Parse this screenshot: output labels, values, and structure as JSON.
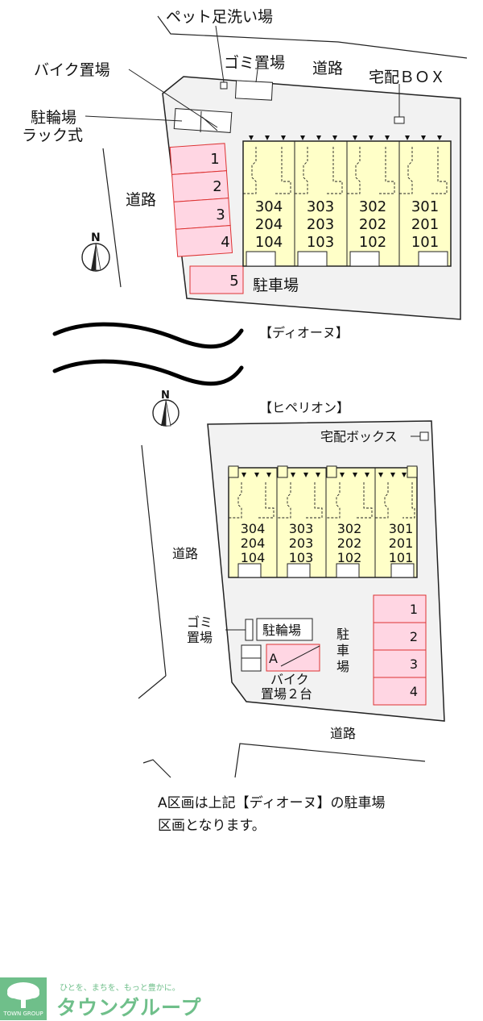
{
  "colors": {
    "building": "#ffffc8",
    "parking": "#ffd6e3",
    "lot": "#f2f2f2",
    "logo": "#6fbf8a"
  },
  "upper": {
    "labels": {
      "pet_wash": "ペット足洗い場",
      "garbage": "ゴミ置場",
      "road_top": "道路",
      "delivery_box": "宅配ＢＯＸ",
      "bike_parking": "バイク置場",
      "bicycle_line1": "駐輪場",
      "bicycle_line2": "ラック式",
      "road_left": "道路",
      "north": "N",
      "parking": "駐車場"
    },
    "parking_spaces": [
      "1",
      "2",
      "3",
      "4",
      "5"
    ],
    "unit_columns": [
      [
        "304",
        "204",
        "104"
      ],
      [
        "303",
        "203",
        "103"
      ],
      [
        "302",
        "202",
        "102"
      ],
      [
        "301",
        "201",
        "101"
      ]
    ]
  },
  "upper_name": "【ディオーヌ】",
  "lower_name": "【ヒペリオン】",
  "lower": {
    "labels": {
      "delivery_box": "宅配ボックス",
      "road_left": "道路",
      "garbage_line1": "ゴミ",
      "garbage_line2": "置場",
      "bicycle": "駐輪場",
      "area_a": "A",
      "bike_line1": "バイク",
      "bike_line2": "置場２台",
      "parking_vertical": [
        "駐",
        "車",
        "場"
      ],
      "road_bottom": "道路",
      "north": "N"
    },
    "parking_spaces": [
      "1",
      "2",
      "3",
      "4"
    ],
    "unit_columns": [
      [
        "304",
        "204",
        "104"
      ],
      [
        "303",
        "203",
        "103"
      ],
      [
        "302",
        "202",
        "102"
      ],
      [
        "301",
        "201",
        "101"
      ]
    ]
  },
  "note": {
    "line1": "A区画は上記【ディオーヌ】の駐車場",
    "line2": "区画となります。"
  },
  "logo": {
    "slogan": "ひとを、まちを、もっと豊かに。",
    "name": "タウングループ",
    "sub": "TOWN GROUP"
  }
}
